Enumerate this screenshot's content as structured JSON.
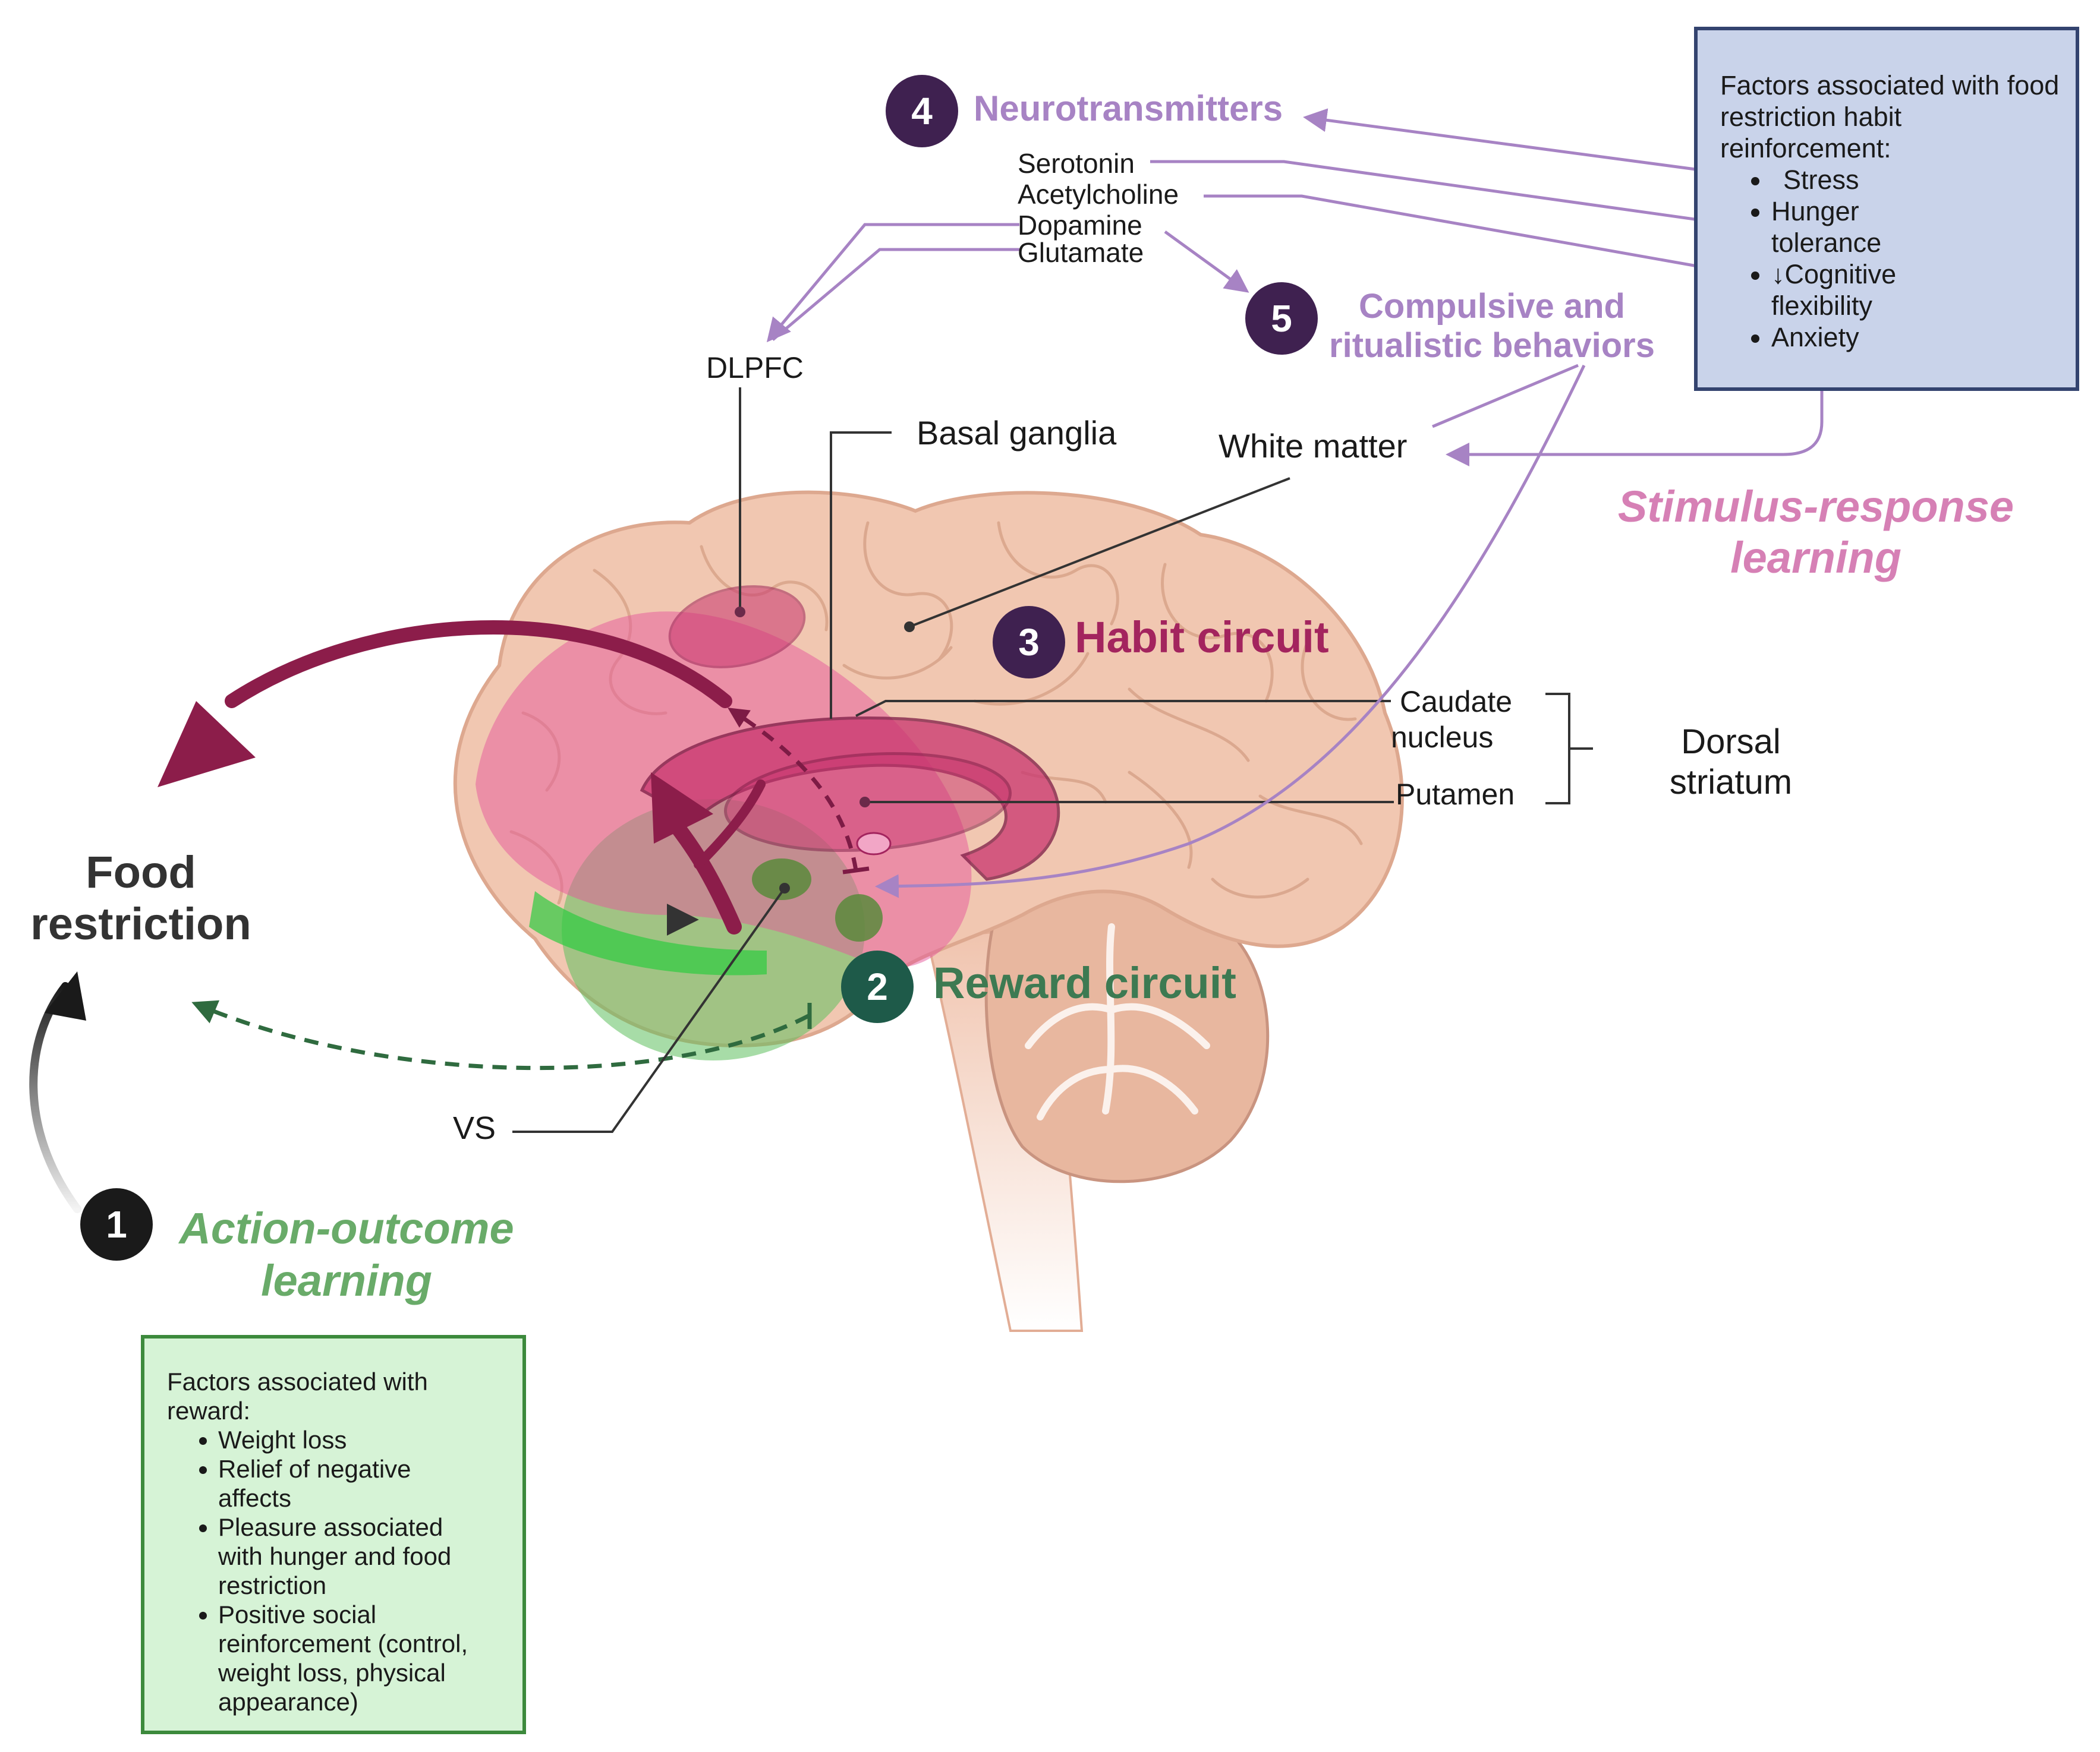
{
  "colors": {
    "green_box_fill": "#d6f3d6",
    "green_box_border": "#3c8a3c",
    "blue_box_fill": "#c9d3ea",
    "blue_box_border": "#33436f",
    "purple": "#a783c4",
    "purple_dark": "#3f2150",
    "pink": "#d680b5",
    "habit_crimson": "#a3245e",
    "reward_green": "#3d7a52",
    "reward_badge": "#1e5a49",
    "action_green": "#69ab69",
    "brain": "#f1c7b1",
    "brain_outline": "#dda88f"
  },
  "badges": [
    {
      "number": "1",
      "color": "#1a1a1a"
    },
    {
      "number": "2",
      "color": "#1e5a49"
    },
    {
      "number": "3",
      "color": "#3f2150"
    },
    {
      "number": "4",
      "color": "#3f2150"
    },
    {
      "number": "5",
      "color": "#3f2150"
    }
  ],
  "labels": {
    "neurotransmitters": "Neurotransmitters",
    "serotonin": "Serotonin",
    "acetylcholine": "Acetylcholine",
    "dopamine": "Dopamine",
    "glutamate": "Glutamate",
    "compulsive_line1": "Compulsive and",
    "compulsive_line2": "ritualistic behaviors",
    "dlpfc": "DLPFC",
    "basal_ganglia": "Basal ganglia",
    "white_matter": "White matter",
    "stimulus_line1": "Stimulus-response",
    "stimulus_line2": "learning",
    "habit_circuit": "Habit circuit",
    "caudate_line1": "Caudate",
    "caudate_line2": "nucleus",
    "putamen": "Putamen",
    "dorsal_line1": "Dorsal",
    "dorsal_line2": "striatum",
    "food_line1": "Food",
    "food_line2": "restriction",
    "reward_circuit": "Reward circuit",
    "vs": "VS",
    "action_line1": "Action-outcome",
    "action_line2": "learning"
  },
  "habit_box": {
    "title": "Factors associated with food restriction habit reinforcement:",
    "items": [
      "Stress",
      "Hunger tolerance",
      "↓Cognitive flexibility",
      "Anxiety"
    ]
  },
  "reward_box": {
    "title": "Factors associated with reward:",
    "items": [
      "Weight loss",
      "Relief of negative affects",
      "Pleasure associated with hunger and food restriction",
      "Positive social reinforcement (control, weight loss, physical appearance)"
    ]
  }
}
